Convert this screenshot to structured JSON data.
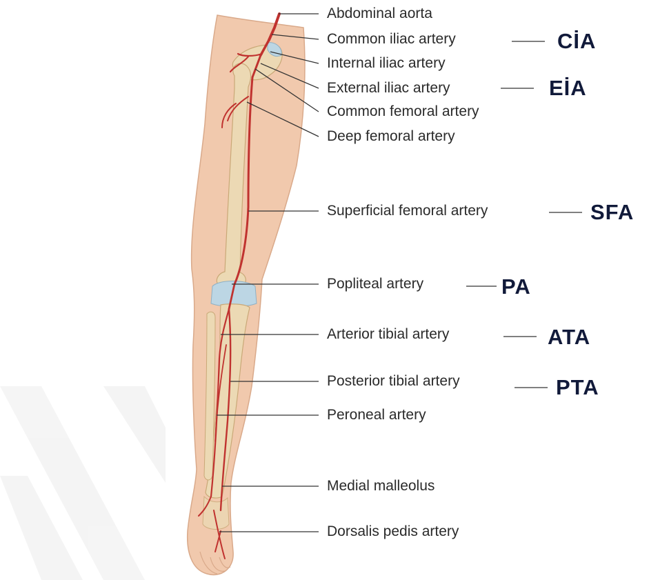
{
  "labels": {
    "abdominal_aorta": "Abdominal aorta",
    "common_iliac": "Common iliac artery",
    "internal_iliac": "Internal iliac artery",
    "external_iliac": "External iliac artery",
    "common_femoral": "Common femoral artery",
    "deep_femoral": "Deep femoral artery",
    "superficial_femoral": "Superficial femoral artery",
    "popliteal": "Popliteal artery",
    "anterior_tibial": "Arterior tibial artery",
    "posterior_tibial": "Posterior tibial artery",
    "peroneal": "Peroneal artery",
    "medial_malleolus": "Medial malleolus",
    "dorsalis_pedis": "Dorsalis pedis artery"
  },
  "abbreviations": {
    "cia": "CİA",
    "eia": "EİA",
    "sfa": "SFA",
    "pa": "PA",
    "ata": "ATA",
    "pta": "PTA"
  },
  "colors": {
    "skin": "#f1c9ad",
    "bone": "#ecd9b4",
    "artery": "#c0322f",
    "cartilage": "#bcd6e4",
    "leader": "#333333",
    "abbreviation": "#111a3a"
  }
}
